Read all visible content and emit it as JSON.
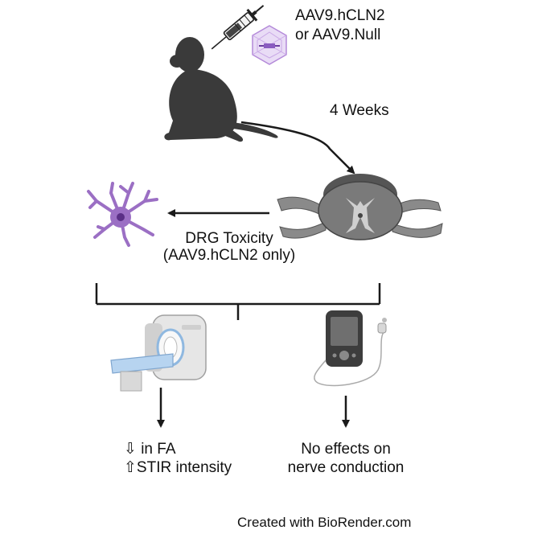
{
  "treatment": {
    "line1": "AAV9.hCLN2",
    "line2": "or AAV9.Null"
  },
  "timepoint": "4 Weeks",
  "drg": {
    "line1": "DRG Toxicity",
    "line2": "(AAV9.hCLN2 only)"
  },
  "mri_outcome": {
    "line1": "⇩ in FA",
    "line2": "⇧STIR intensity"
  },
  "conduction_outcome": {
    "line1": "No effects on",
    "line2": "nerve conduction"
  },
  "credit": "Created with BioRender.com",
  "icons": [
    "syringe-icon",
    "aav-capsid-icon",
    "monkey-icon",
    "spinal-cord-drg-icon",
    "neuron-icon",
    "mri-scanner-icon",
    "nerve-conduction-device-icon"
  ],
  "colors": {
    "monkey": "#3a3a3a",
    "neuron": "#9b6fc4",
    "capsid": "#c9a8e6",
    "arrow": "#1a1a1a"
  }
}
